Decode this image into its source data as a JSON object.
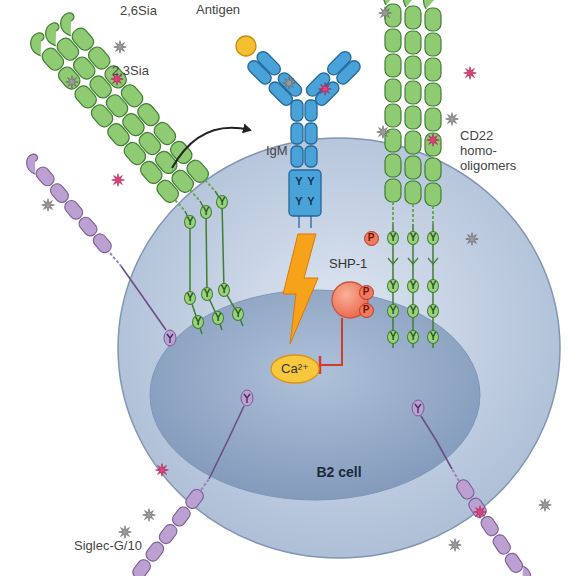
{
  "diagram": {
    "nodes": [
      {
        "text": [
          "B2 cell"
        ]
      },
      {
        "text": [
          "SHP-1"
        ],
        "in": 0
      },
      {
        "text": [
          "Ca²⁺"
        ],
        "in": 0
      }
    ],
    "edges": [
      {
        "from": 1,
        "to": 2,
        "arrow": "to"
      }
    ],
    "labels": [
      "2,6Sia",
      "Antigen",
      "2,3Sia",
      "IgM",
      "CD22 homo-oligomers",
      "Y",
      "Y",
      "Y",
      "Y",
      "Y",
      "Y",
      "Y",
      "Y",
      "Y",
      "Y",
      "Y",
      "Y",
      "Y",
      "P",
      "Y",
      "Y",
      "Y",
      "Y",
      "Y",
      "Y",
      "Y",
      "Y",
      "Y",
      "Y",
      "Y",
      "Y",
      "P",
      "P",
      "Siglec-G/10"
    ]
  }
}
